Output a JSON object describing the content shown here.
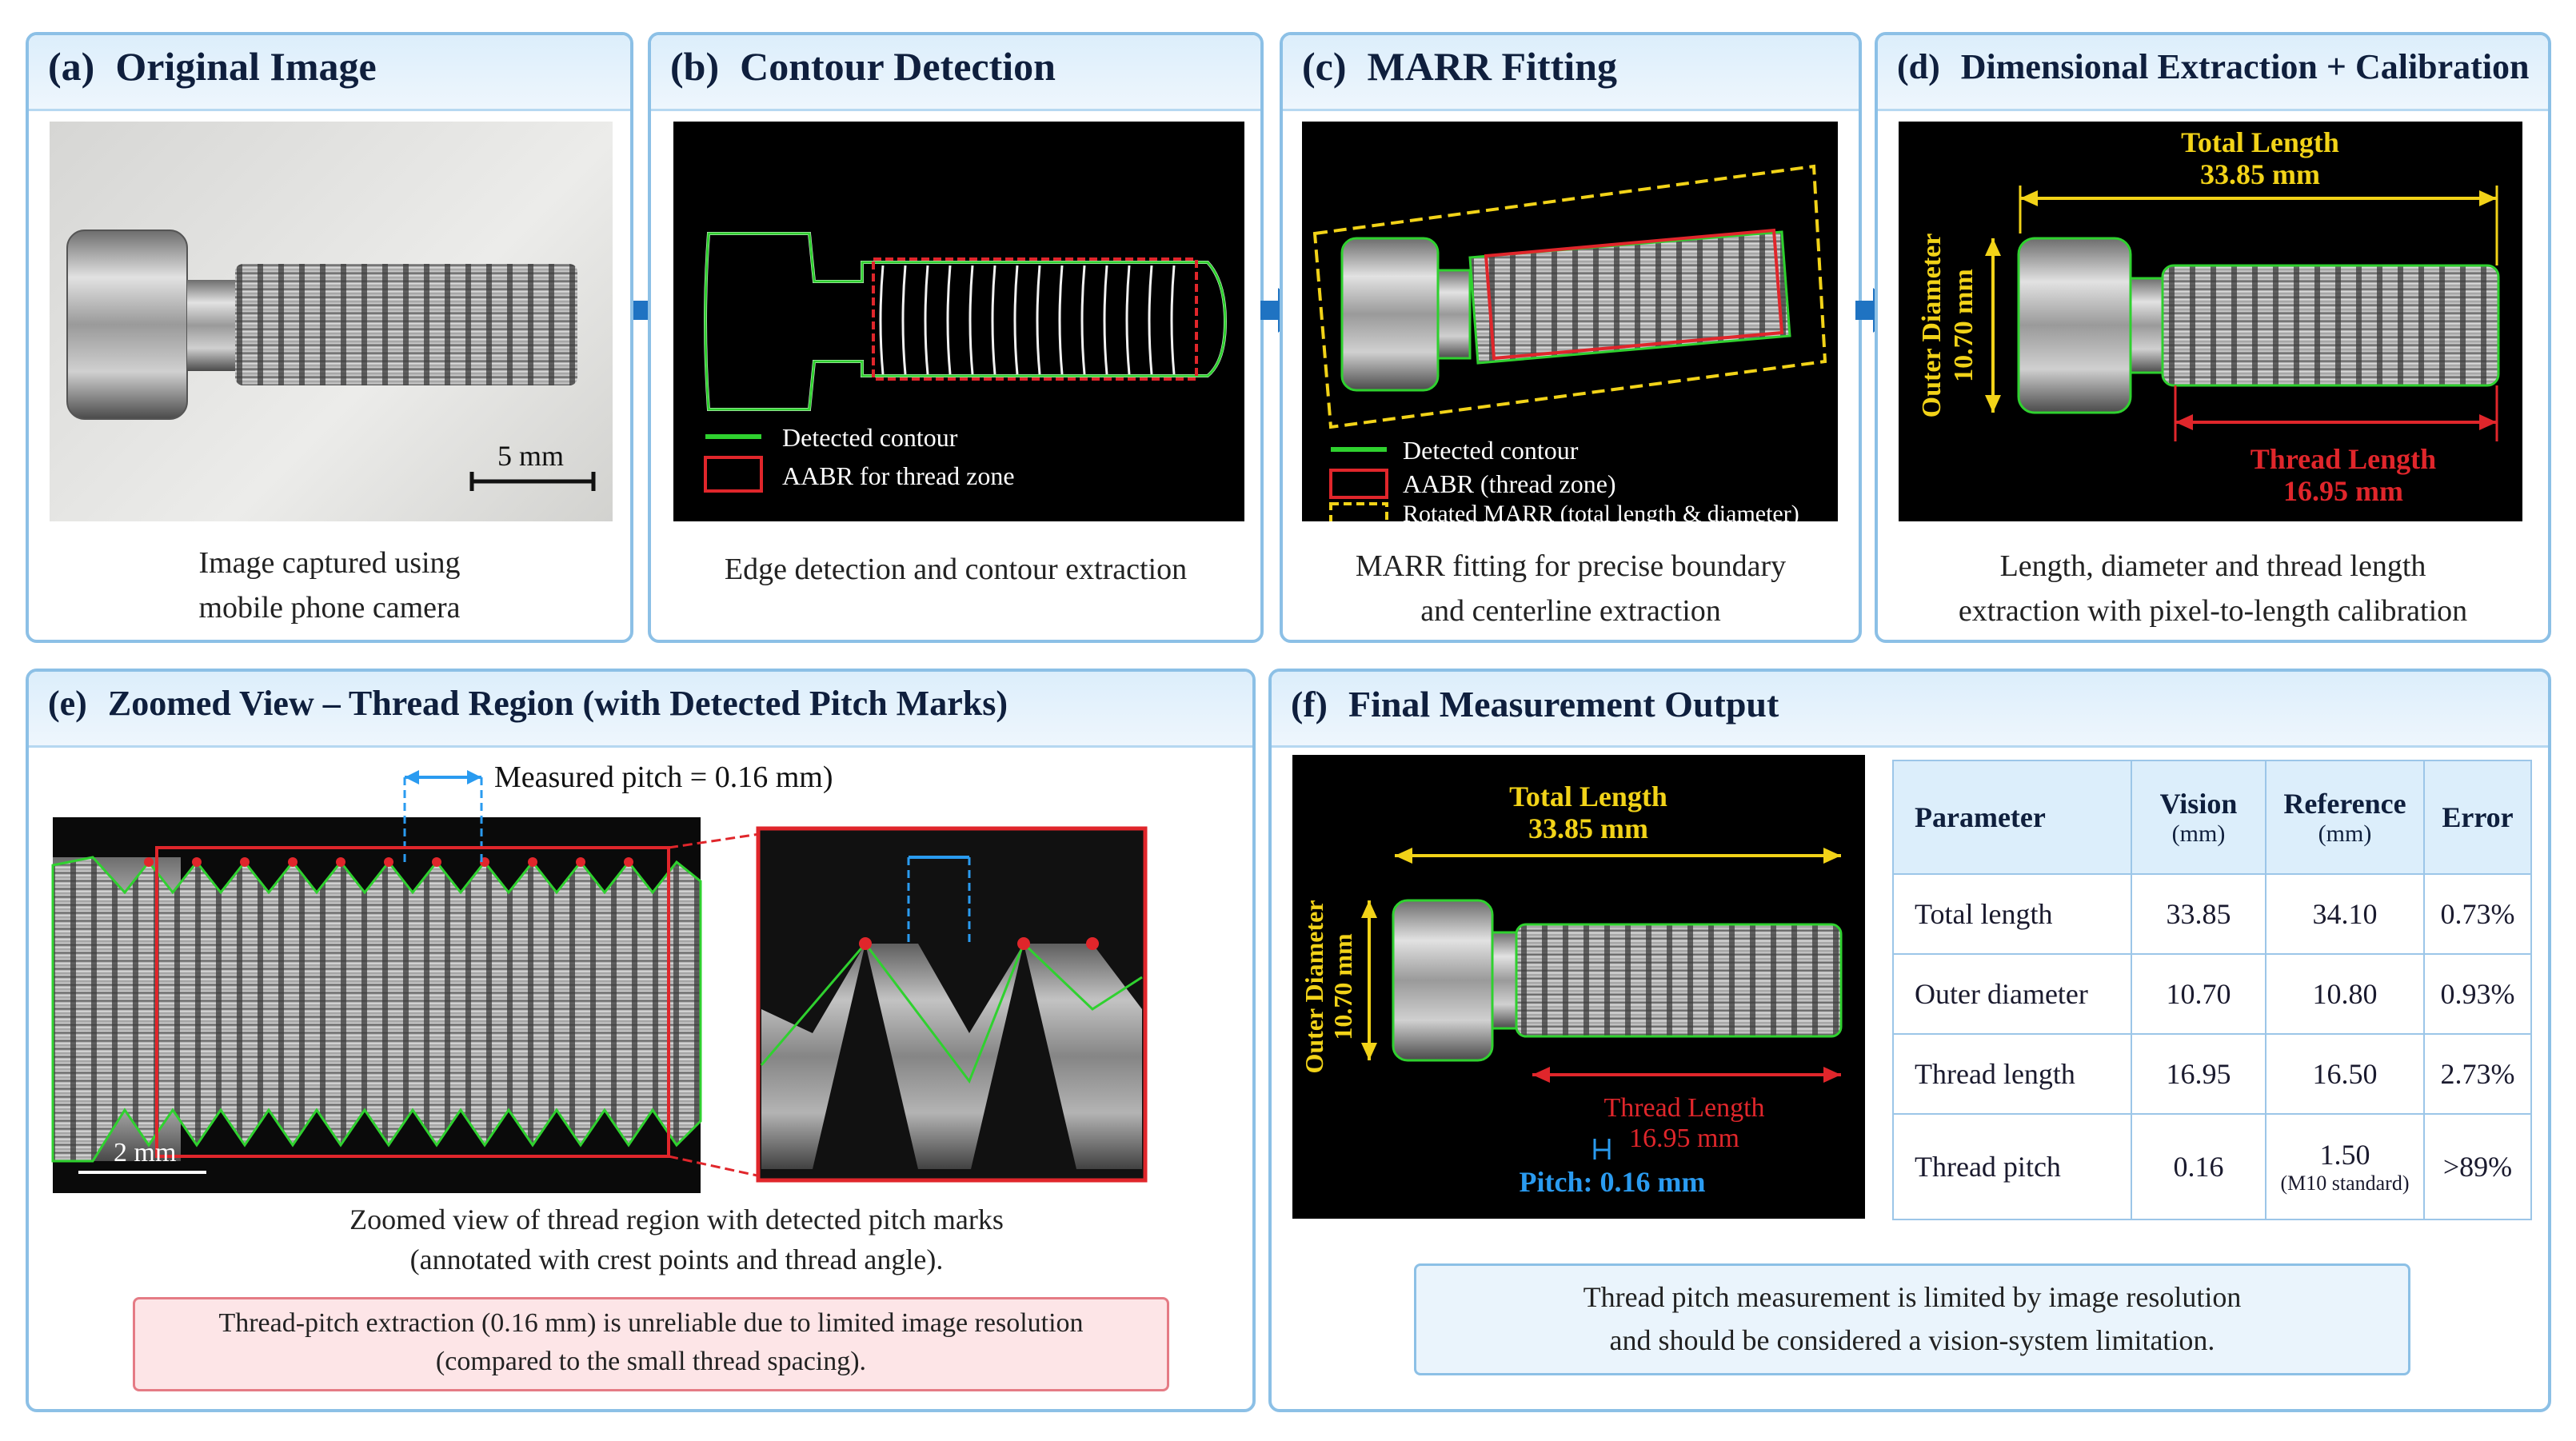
{
  "panels": {
    "a": {
      "label": "(a)",
      "title": "Original Image",
      "scale": "5 mm",
      "caption1": "Image captured using",
      "caption2": "mobile phone camera"
    },
    "b": {
      "label": "(b)",
      "title": "Contour Detection",
      "legend": [
        "Detected contour",
        "AABR for thread zone"
      ],
      "caption1": "Edge detection and contour extraction"
    },
    "c": {
      "label": "(c)",
      "title": "MARR Fitting",
      "legend": [
        "Detected contour",
        "AABR (thread zone)",
        "Rotated MARR (total length & diameter)"
      ],
      "caption1": "MARR fitting for precise boundary",
      "caption2": "and centerline extraction"
    },
    "d": {
      "label": "(d)",
      "title": "Dimensional Extraction + Calibration",
      "total_label": "Total Length",
      "total_value": "33.85 mm",
      "od_label": "Outer Diameter",
      "od_value": "10.70 mm",
      "thread_label": "Thread Length",
      "thread_value": "16.95 mm",
      "caption1": "Length, diameter and thread length",
      "caption2": "extraction with pixel-to-length calibration"
    },
    "e": {
      "label": "(e)",
      "title": "Zoomed View – Thread Region (with Detected Pitch Marks)",
      "pitch": "Measured pitch = 0.16 mm)",
      "scale": "2 mm",
      "caption1": "Zoomed view of thread region with detected pitch marks",
      "caption2": "(annotated with crest points and thread angle).",
      "warn1": "Thread-pitch extraction (0.16 mm) is unreliable due to limited image resolution",
      "warn2": "(compared to the small thread spacing)."
    },
    "f": {
      "label": "(f)",
      "title": "Final Measurement Output",
      "total_label": "Total Length",
      "total_value": "33.85 mm",
      "od_label": "Outer Diameter",
      "od_value": "10.70 mm",
      "thread_label": "Thread Length",
      "thread_value": "16.95 mm",
      "pitch": "Pitch: 0.16 mm",
      "note1": "Thread pitch measurement is limited by image resolution",
      "note2": "and should be considered a vision-system limitation."
    }
  },
  "table": {
    "headers": [
      "Parameter",
      "Vision",
      "(mm)",
      "Reference",
      "(mm)",
      "Error"
    ],
    "rows": [
      {
        "param": "Total length",
        "vision": "33.85",
        "ref": "34.10",
        "ref_sub": "",
        "error": "0.73%"
      },
      {
        "param": "Outer diameter",
        "vision": "10.70",
        "ref": "10.80",
        "ref_sub": "",
        "error": "0.93%"
      },
      {
        "param": "Thread length",
        "vision": "16.95",
        "ref": "16.50",
        "ref_sub": "",
        "error": "2.73%"
      },
      {
        "param": "Thread pitch",
        "vision": "0.16",
        "ref": "1.50",
        "ref_sub": "(M10 standard)",
        "error": ">89%"
      }
    ]
  },
  "colors": {
    "border": "#8cc0e6",
    "arrow": "#1f73c2",
    "contour": "#2fd12f",
    "aabr": "#e0262b",
    "marr": "#f2d318",
    "pitch": "#2a9bf0",
    "dim_text": "#f2d318",
    "thread_text": "#e0262b"
  }
}
